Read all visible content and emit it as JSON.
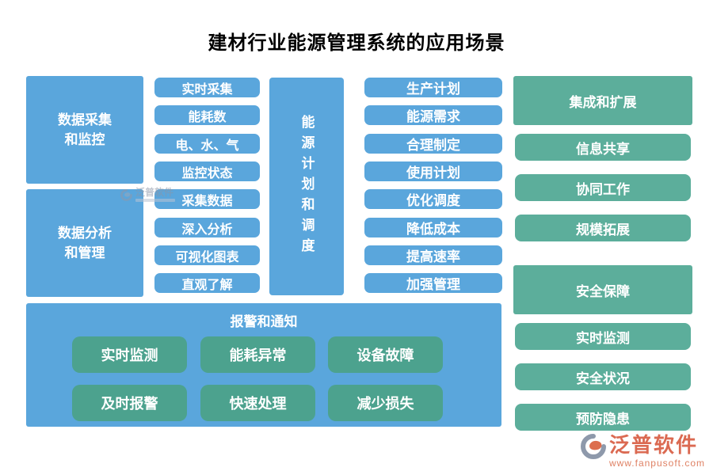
{
  "title": "建材行业能源管理系统的应用场景",
  "colors": {
    "blue": "#5AA6DC",
    "green": "#5CAE9B",
    "green_dark": "#4CA28E",
    "logo_orange": "#DB6A52"
  },
  "left_boxes": [
    {
      "label": "数据采集\n和监控"
    },
    {
      "label": "数据分析\n和管理"
    }
  ],
  "pills_col_a": [
    "实时采集",
    "能耗数",
    "电、水、气",
    "监控状态",
    "采集数据",
    "深入分析",
    "可视化图表",
    "直观了解"
  ],
  "center_box": {
    "label": "能源计划和调度"
  },
  "pills_col_b": [
    "生产计划",
    "能源需求",
    "合理制定",
    "使用计划",
    "优化调度",
    "降低成本",
    "提高速率",
    "加强管理"
  ],
  "right_groups": [
    {
      "header": "集成和扩展",
      "items": [
        "信息共享",
        "协同工作",
        "规模拓展"
      ]
    },
    {
      "header": "安全保障",
      "items": [
        "实时监测",
        "安全状况",
        "预防隐患"
      ]
    }
  ],
  "alert_section": {
    "title": "报警和通知",
    "buttons": [
      "实时监测",
      "能耗异常",
      "设备故障",
      "及时报警",
      "快速处理",
      "减少损失"
    ]
  },
  "watermark": {
    "text": "泛普软件"
  },
  "logo": {
    "name": "泛普软件",
    "url": "www.fanpusoft.com"
  }
}
